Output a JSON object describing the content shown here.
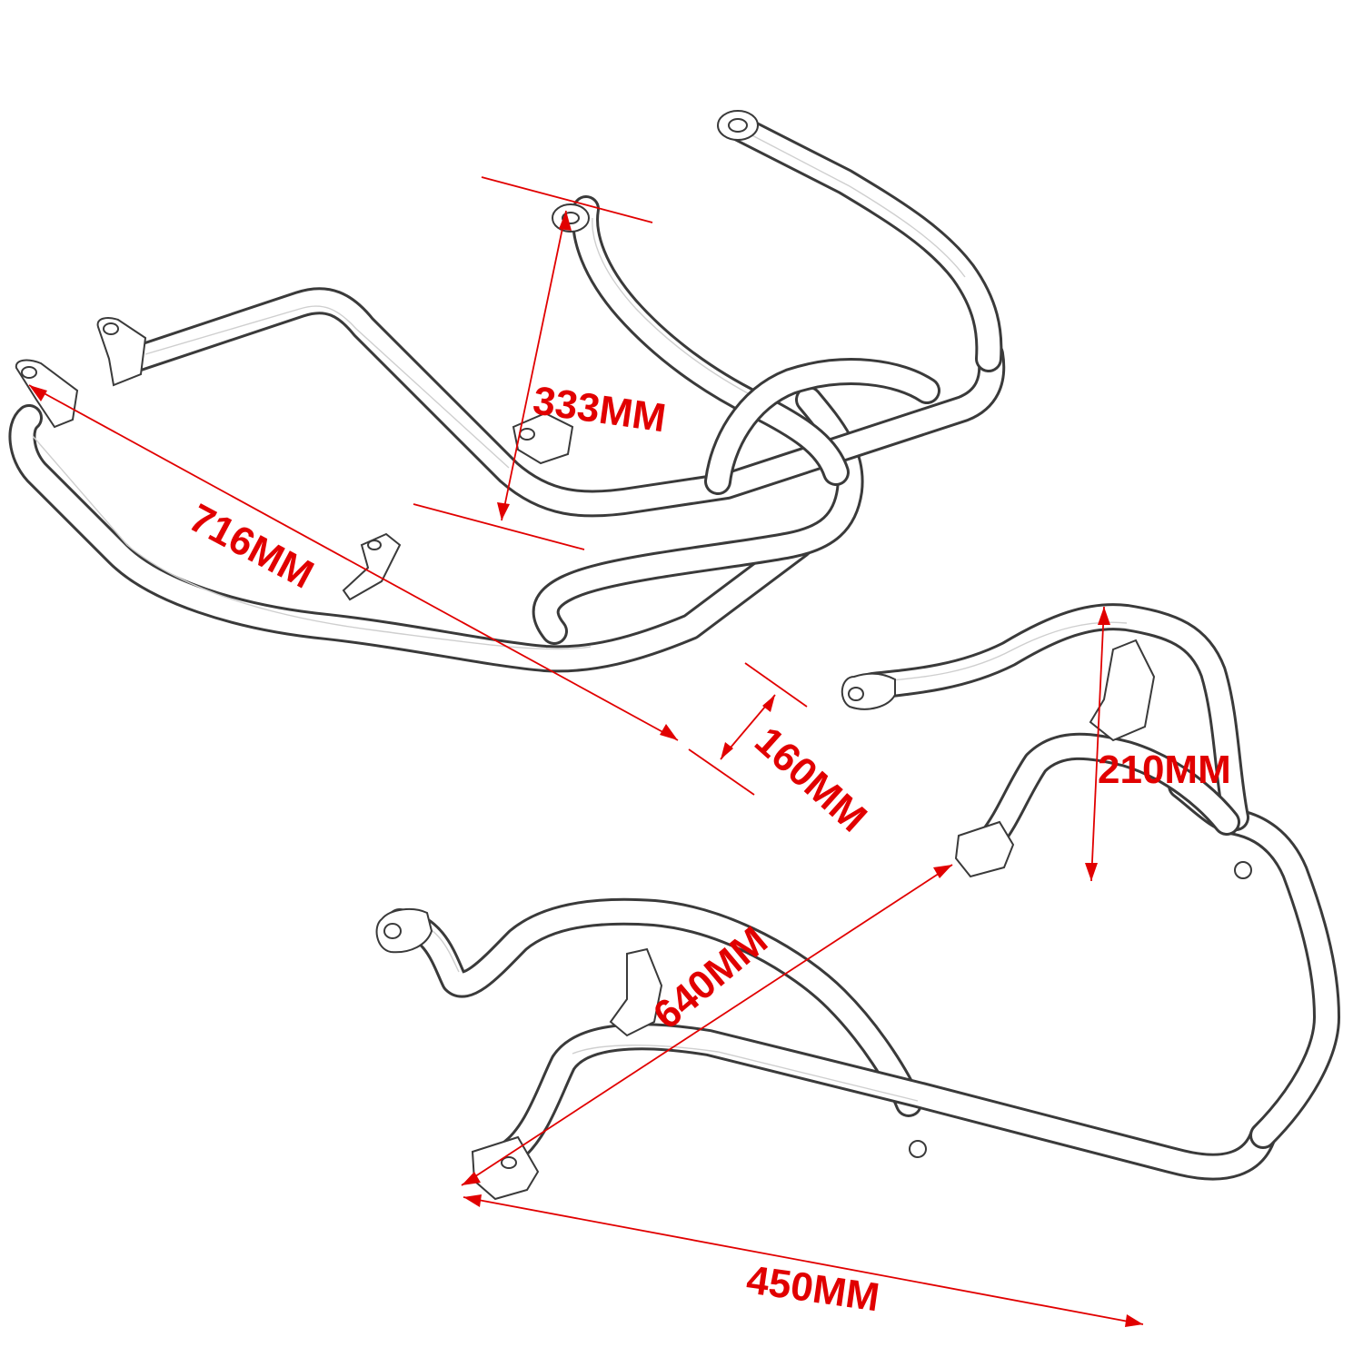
{
  "dimensions": {
    "depth_333": "333MM",
    "length_716": "716MM",
    "tube_160": "160MM",
    "height_210": "210MM",
    "diagonal_640": "640MM",
    "width_450": "450MM"
  },
  "colors": {
    "dimension": "#e10000",
    "outline": "#3a3a3a",
    "background": "#ffffff"
  }
}
